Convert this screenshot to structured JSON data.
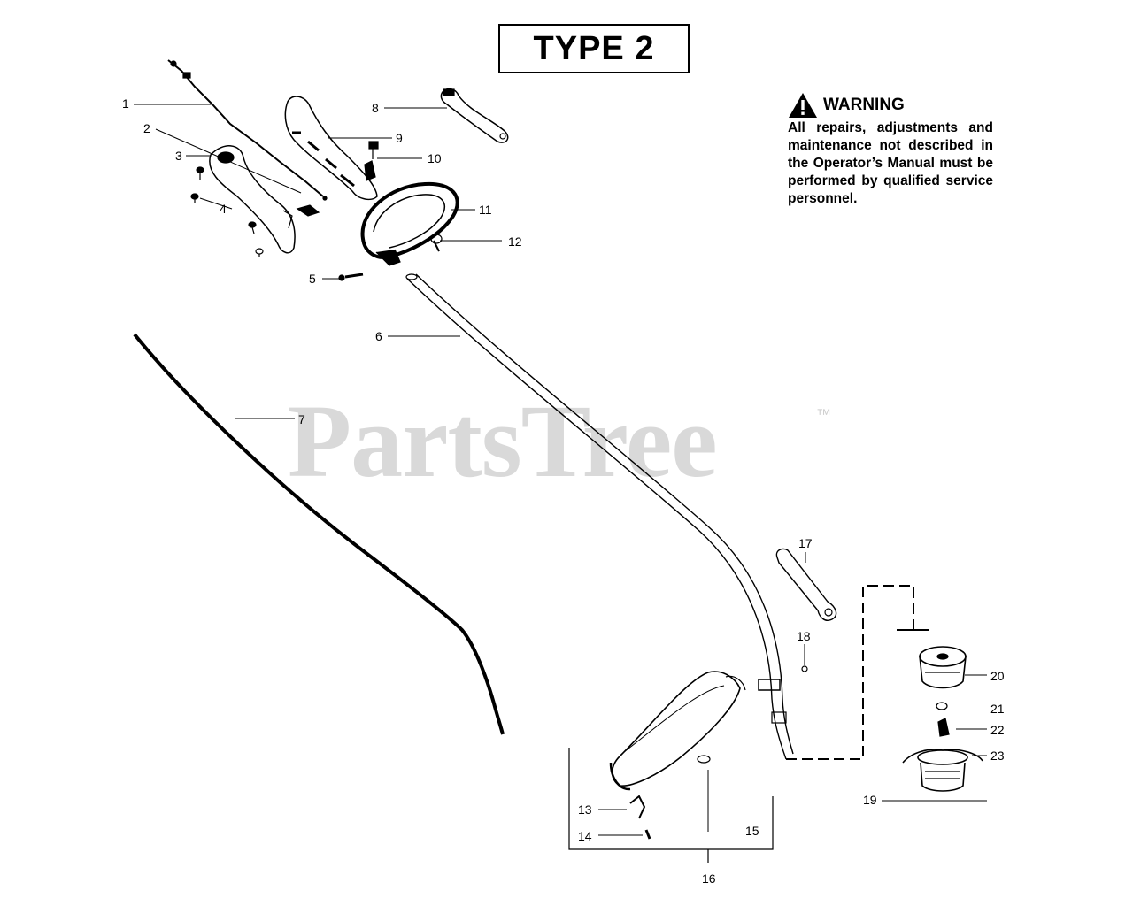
{
  "header": {
    "title": "TYPE 2"
  },
  "warning": {
    "label": "WARNING",
    "text": "All repairs, adjustments and maintenance not described in the Operator’s Manual must be performed by qualified service personnel."
  },
  "watermark": {
    "brand": "PartsTree",
    "tm": "™"
  },
  "parts": [
    {
      "id": "1",
      "label": "1"
    },
    {
      "id": "2",
      "label": "2"
    },
    {
      "id": "3",
      "label": "3"
    },
    {
      "id": "4",
      "label": "4"
    },
    {
      "id": "5",
      "label": "5"
    },
    {
      "id": "6",
      "label": "6"
    },
    {
      "id": "7",
      "label": "7"
    },
    {
      "id": "8",
      "label": "8"
    },
    {
      "id": "9",
      "label": "9"
    },
    {
      "id": "10",
      "label": "10"
    },
    {
      "id": "11",
      "label": "11"
    },
    {
      "id": "12",
      "label": "12"
    },
    {
      "id": "13",
      "label": "13"
    },
    {
      "id": "14",
      "label": "14"
    },
    {
      "id": "15",
      "label": "15"
    },
    {
      "id": "16",
      "label": "16"
    },
    {
      "id": "17",
      "label": "17"
    },
    {
      "id": "18",
      "label": "18"
    },
    {
      "id": "19",
      "label": "19"
    },
    {
      "id": "20",
      "label": "20"
    },
    {
      "id": "21",
      "label": "21"
    },
    {
      "id": "22",
      "label": "22"
    },
    {
      "id": "23",
      "label": "23"
    }
  ]
}
